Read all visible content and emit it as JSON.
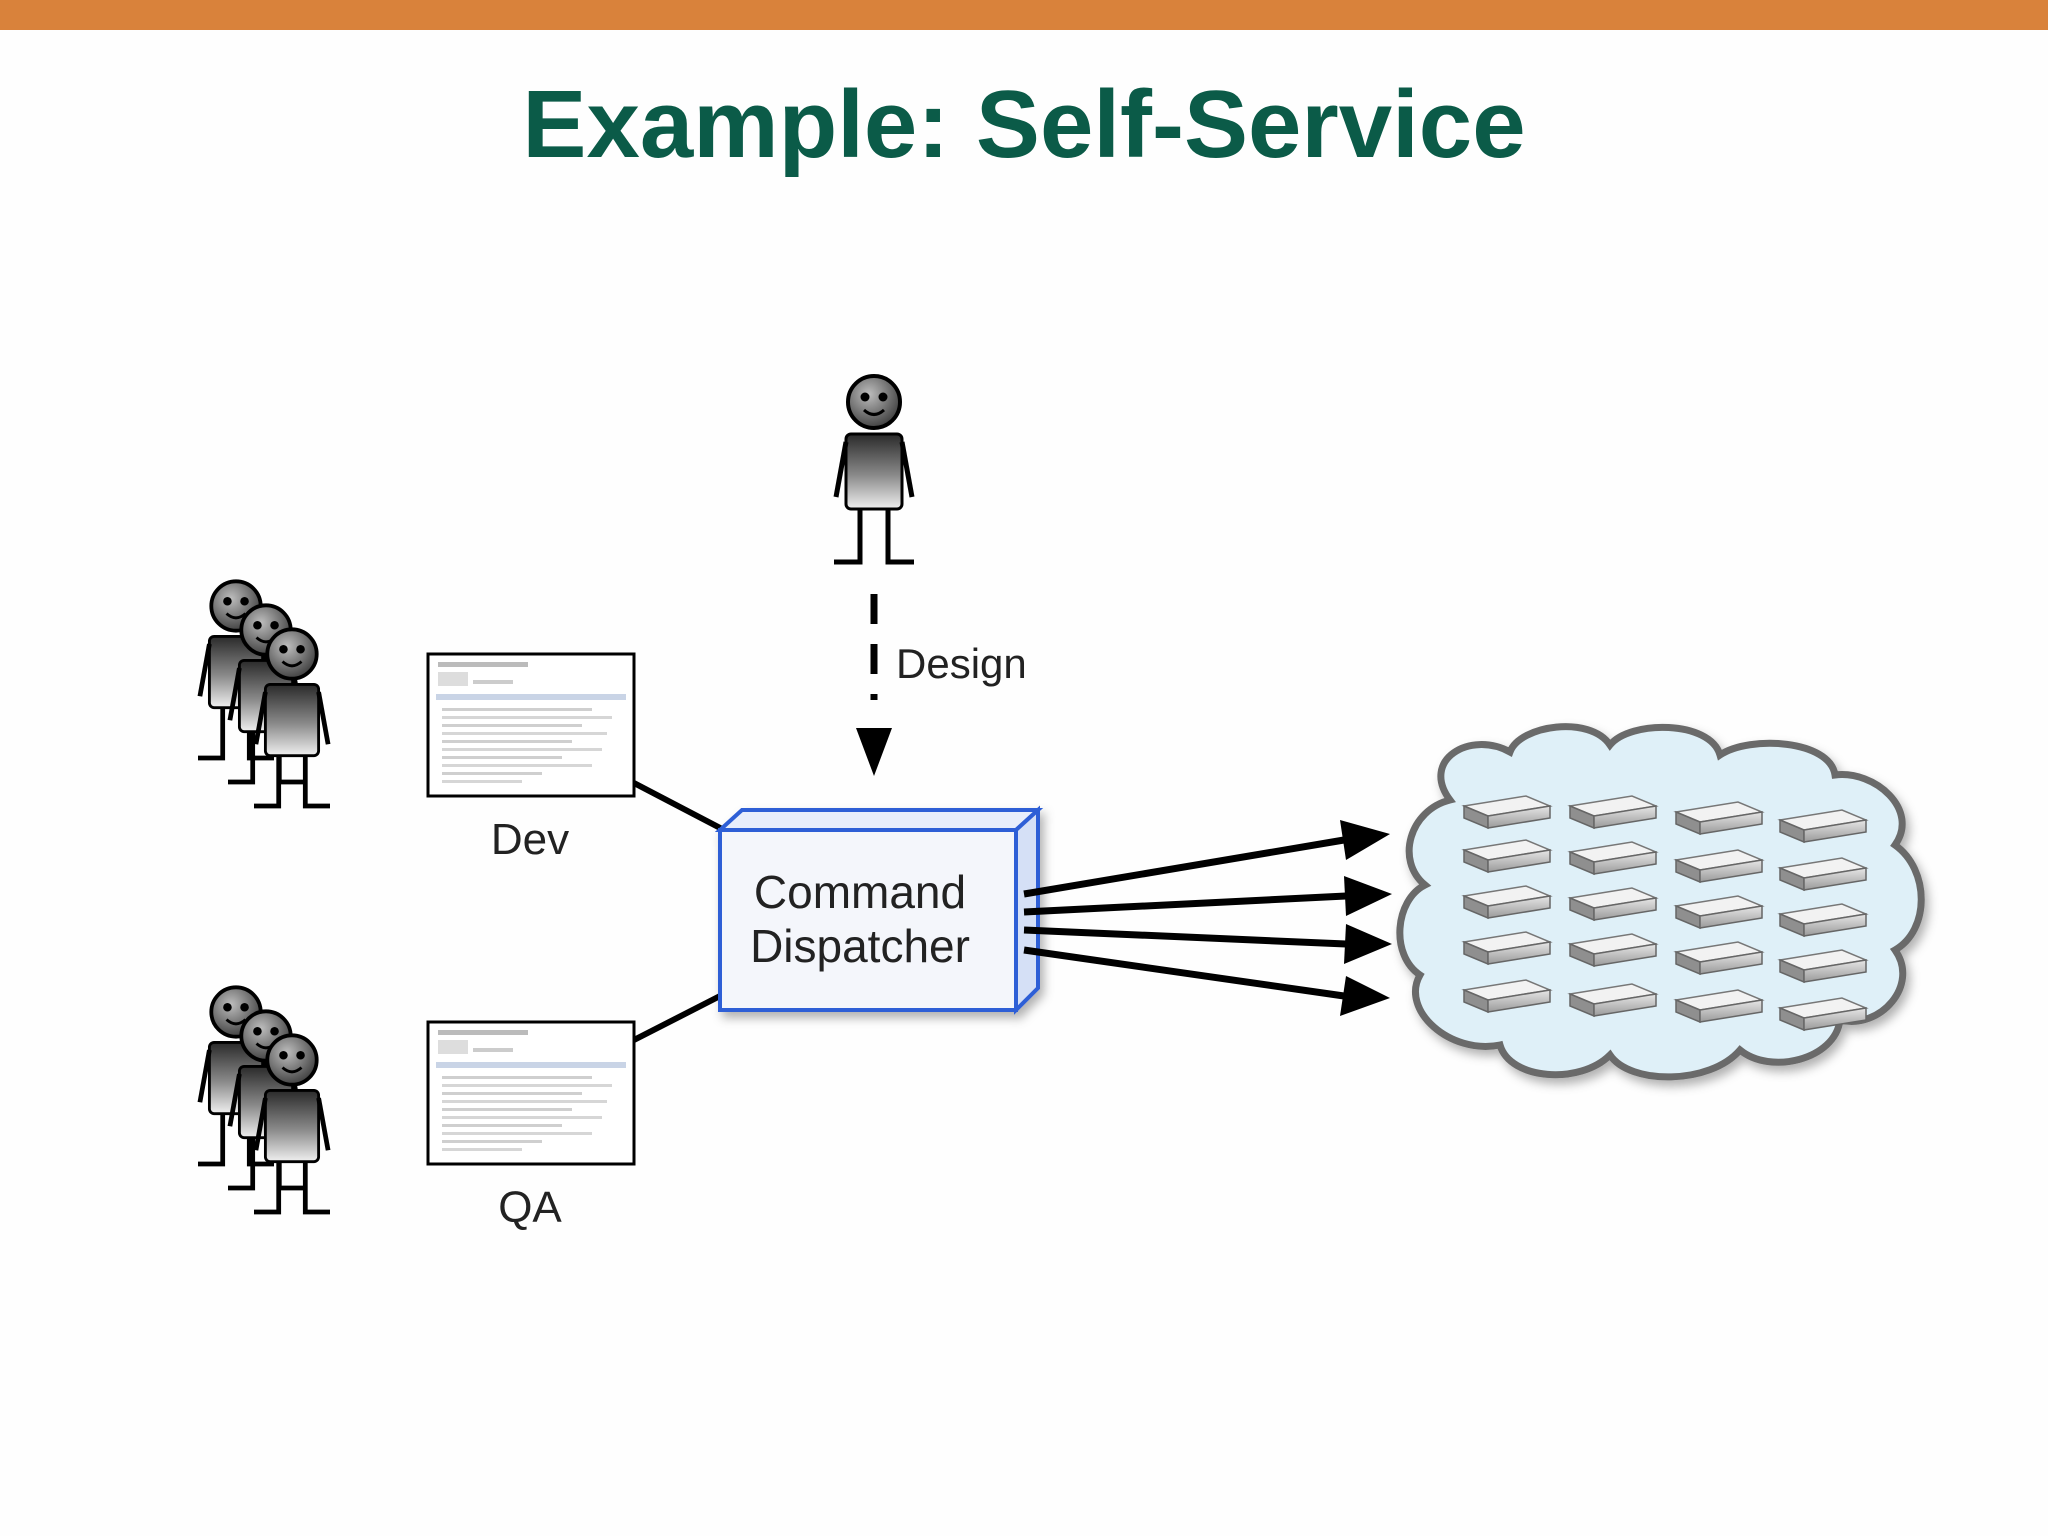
{
  "slide": {
    "title": "Example: Self-Service",
    "accent_color": "#d9823b",
    "title_color": "#0b5b48"
  },
  "diagram": {
    "nodes": {
      "dev_label": "Dev",
      "qa_label": "QA",
      "design_label": "Design",
      "dispatcher_line1": "Command",
      "dispatcher_line2": "Dispatcher"
    },
    "icons": {
      "person": "person-icon",
      "screen": "screen-icon",
      "server": "server-icon",
      "cloud": "cloud-icon"
    },
    "colors": {
      "box_border": "#2f5fd6",
      "box_fill": "#f4f6fb",
      "cloud_fill": "#dff0f8",
      "cloud_border": "#6b6b6b"
    }
  }
}
